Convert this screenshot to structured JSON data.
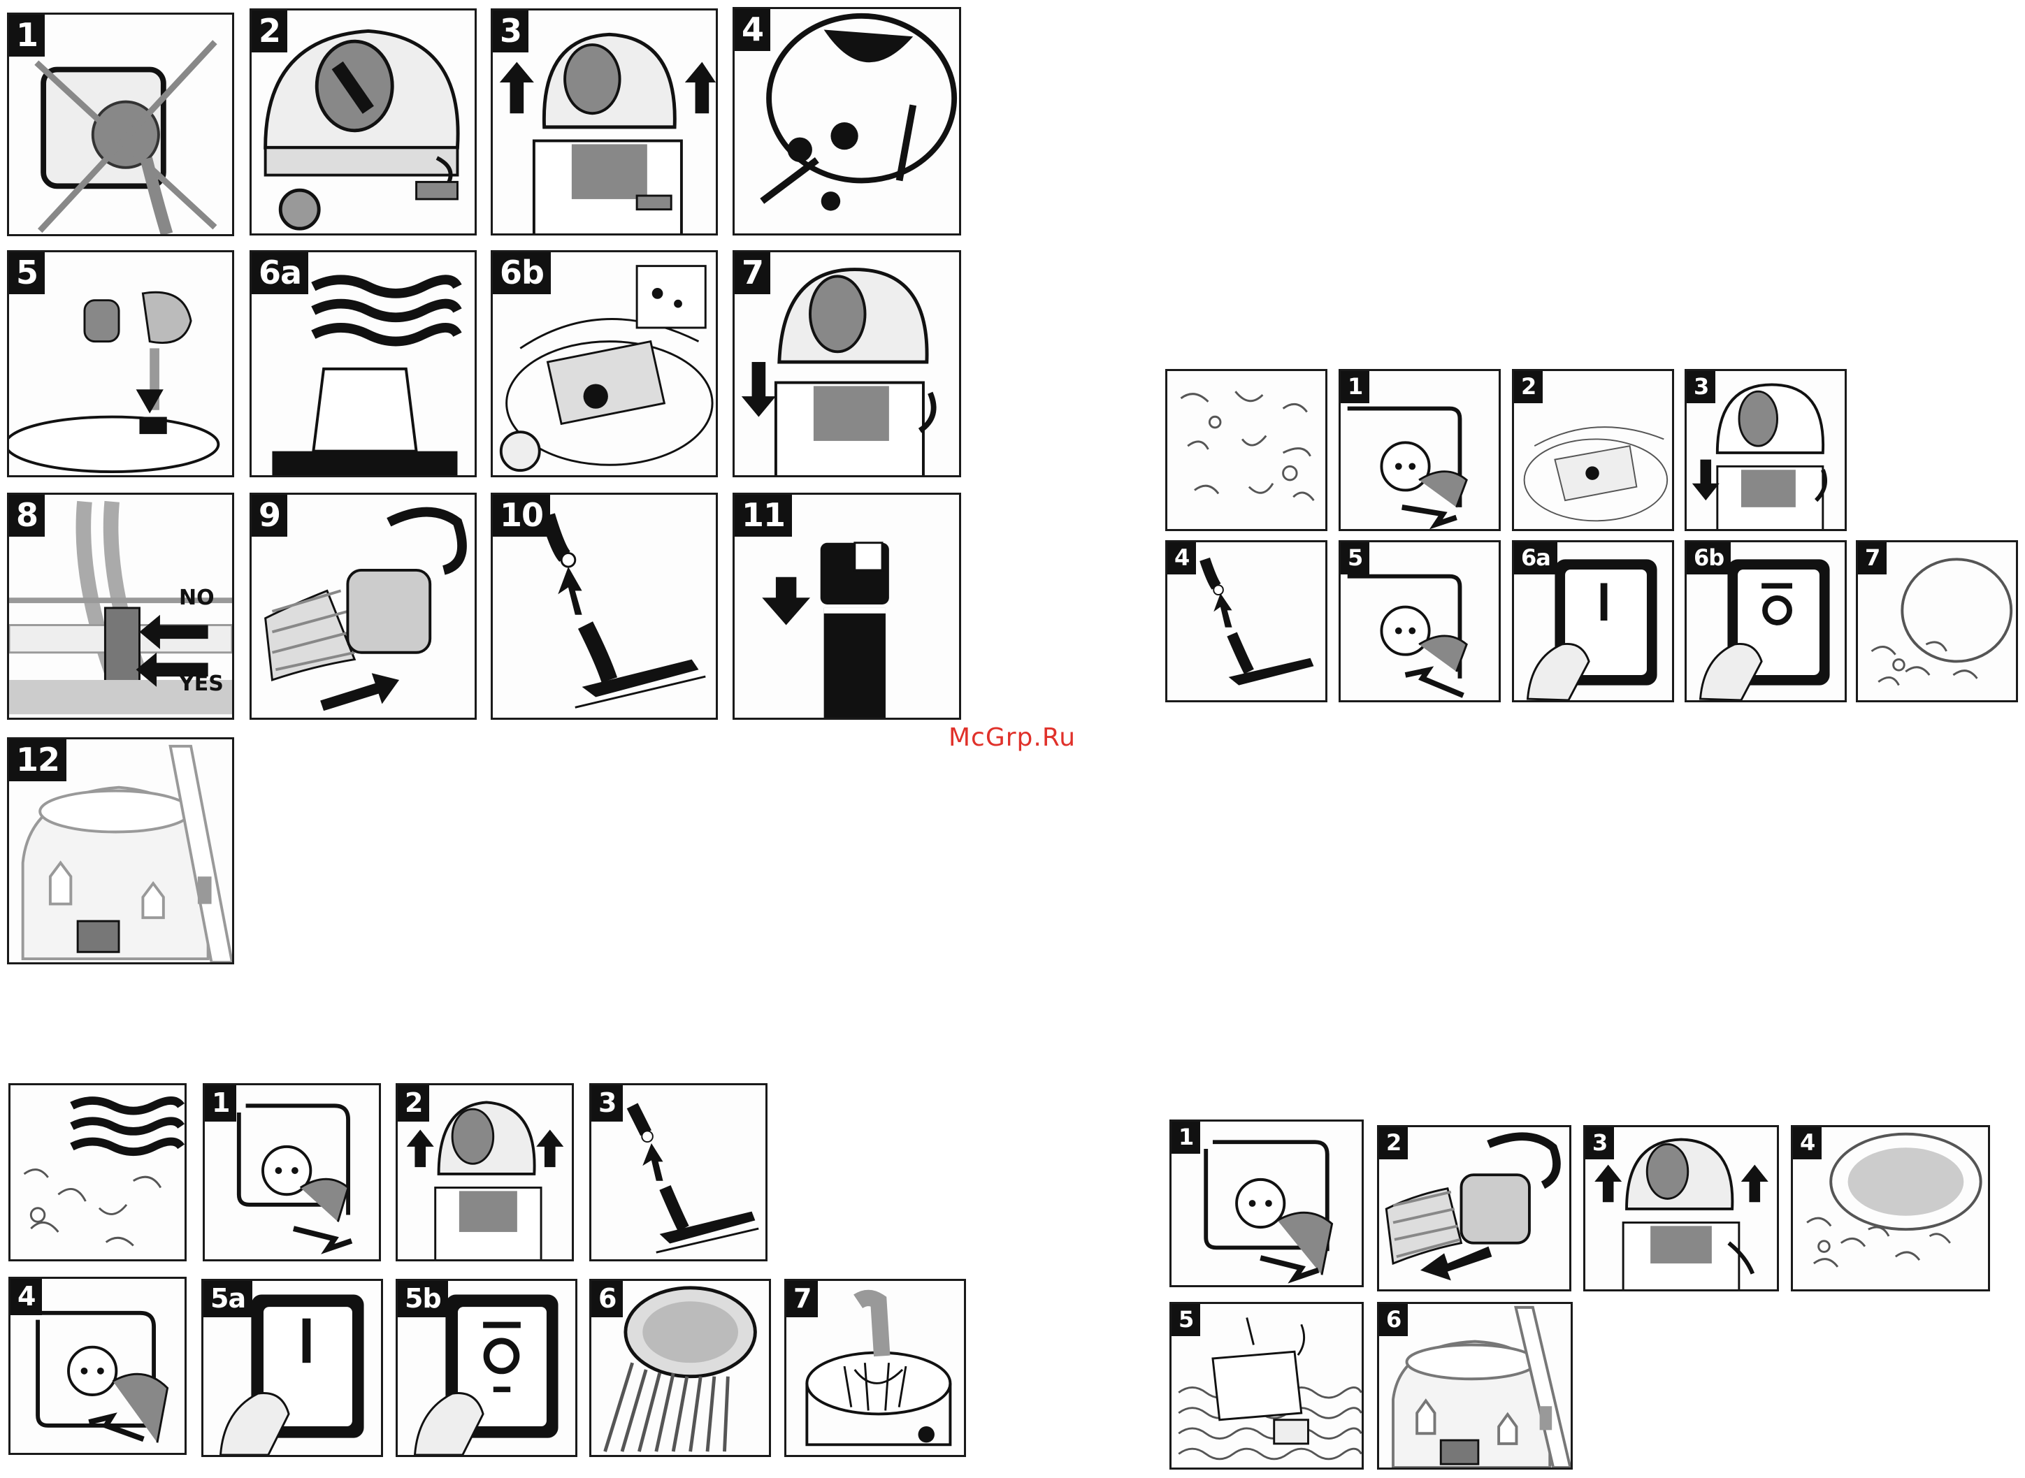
{
  "watermark": "McGrp.Ru",
  "sections": {
    "top_left": [
      "1",
      "2",
      "3",
      "4",
      "5",
      "6a",
      "6b",
      "7",
      "8",
      "9",
      "10",
      "11",
      "12"
    ],
    "top_right": [
      "1",
      "2",
      "3",
      "4",
      "5",
      "6a",
      "6b",
      "7"
    ],
    "bottom_left": [
      "1",
      "2",
      "3",
      "4",
      "5a",
      "5b",
      "6",
      "7"
    ],
    "bottom_right": [
      "1",
      "2",
      "3",
      "4",
      "5",
      "6"
    ]
  },
  "labels": {
    "no": "NO",
    "yes": "YES"
  },
  "icons": {
    "socket": "socket-icon",
    "vacuum_head": "vacuum-head-icon",
    "hose": "hose-icon",
    "nozzle": "nozzle-icon",
    "water_waves": "water-waves-icon",
    "dust": "dust-debris-icon",
    "filter": "filter-icon",
    "switch": "power-switch-icon",
    "arrow": "arrow-icon"
  }
}
